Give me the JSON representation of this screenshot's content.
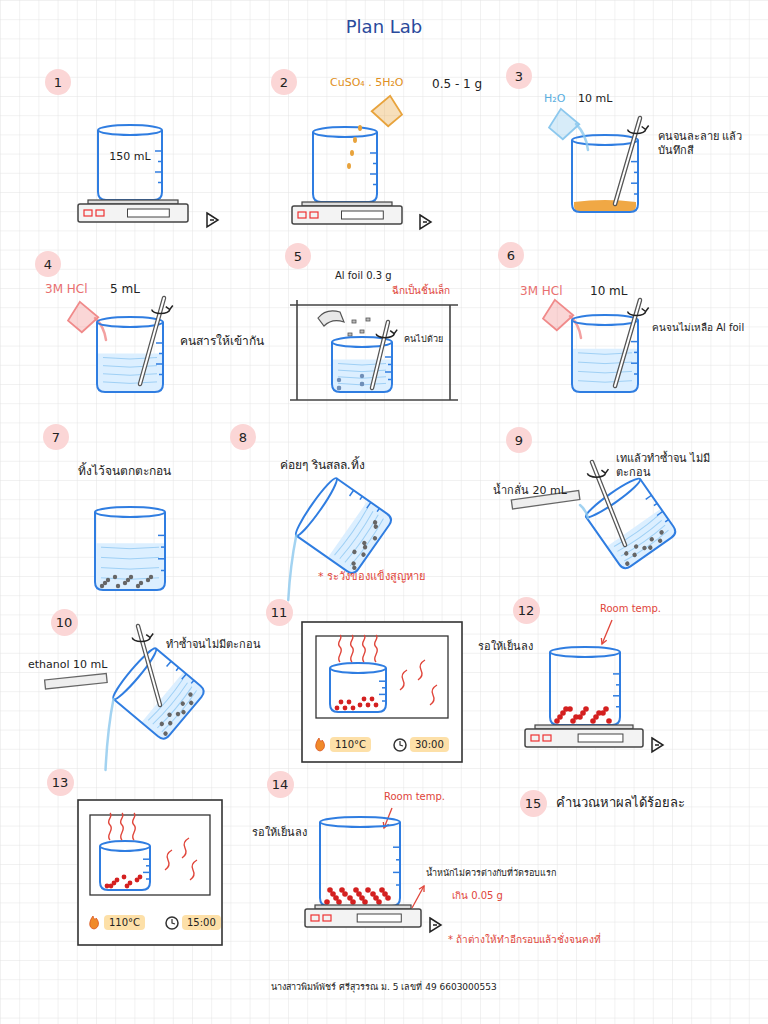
{
  "diagram": {
    "title": "Plan Lab",
    "nodes": [
      {
        "text": [
          "1"
        ]
      },
      {
        "text": [
          "2"
        ]
      },
      {
        "text": [
          "3"
        ]
      },
      {
        "text": [
          "4"
        ]
      },
      {
        "text": [
          "5"
        ]
      },
      {
        "text": [
          "6"
        ]
      },
      {
        "text": [
          "7"
        ]
      },
      {
        "text": [
          "8"
        ]
      },
      {
        "text": [
          "9"
        ]
      },
      {
        "text": [
          "10"
        ]
      },
      {
        "text": [
          "11"
        ]
      },
      {
        "text": [
          "12"
        ]
      },
      {
        "text": [
          "13"
        ]
      },
      {
        "text": [
          "14"
        ]
      },
      {
        "text": [
          "15"
        ]
      },
      {
        "text": [
          "110°C"
        ]
      },
      {
        "text": [
          "30:00"
        ]
      },
      {
        "text": [
          "110°C"
        ]
      },
      {
        "text": [
          "15:00"
        ]
      }
    ],
    "labels": [
      "150 mL",
      "CuSO₄ . 5H₂O",
      "0.5 - 1 g",
      "H₂O",
      "10 mL",
      "คนจนละลาย แล้วบันทึกสี",
      "3M HCl",
      "5 mL",
      "คนสารให้เข้ากัน",
      "Al foil 0.3 g",
      "ฉีกเป็นชิ้นเล็ก",
      "คนไปด้วย",
      "3M HCl",
      "10 mL",
      "คนจนไม่เหลือ Al foil",
      "ทิ้งไว้จนตกตะกอน",
      "ค่อยๆ รินสลล.ทิ้ง",
      "* ระวังของแข็งสูญหาย",
      "น้ำกลั่น 20 mL",
      "เทแล้วทำซ้ำจน ไม่มีตะกอน",
      "ethanol 10 mL",
      "ทำซ้ำจนไม่มีตะกอน",
      "Room temp.",
      "รอให้เย็นลง",
      "Room temp.",
      "รอให้เย็นลง",
      "น้ำหนักไม่ควรต่างกับที่วัดรอบแรก",
      "เกิน 0.05 g",
      "* ถ้าต่างให้ทำอีกรอบแล้วชั่งจนคงที่",
      "คำนวณหาผลได้ร้อยละ",
      "นางสาวพิมพ์พัชร์ ศรีสุวรรณ ม. 5 เลขที่ 49 6603000553"
    ]
  }
}
